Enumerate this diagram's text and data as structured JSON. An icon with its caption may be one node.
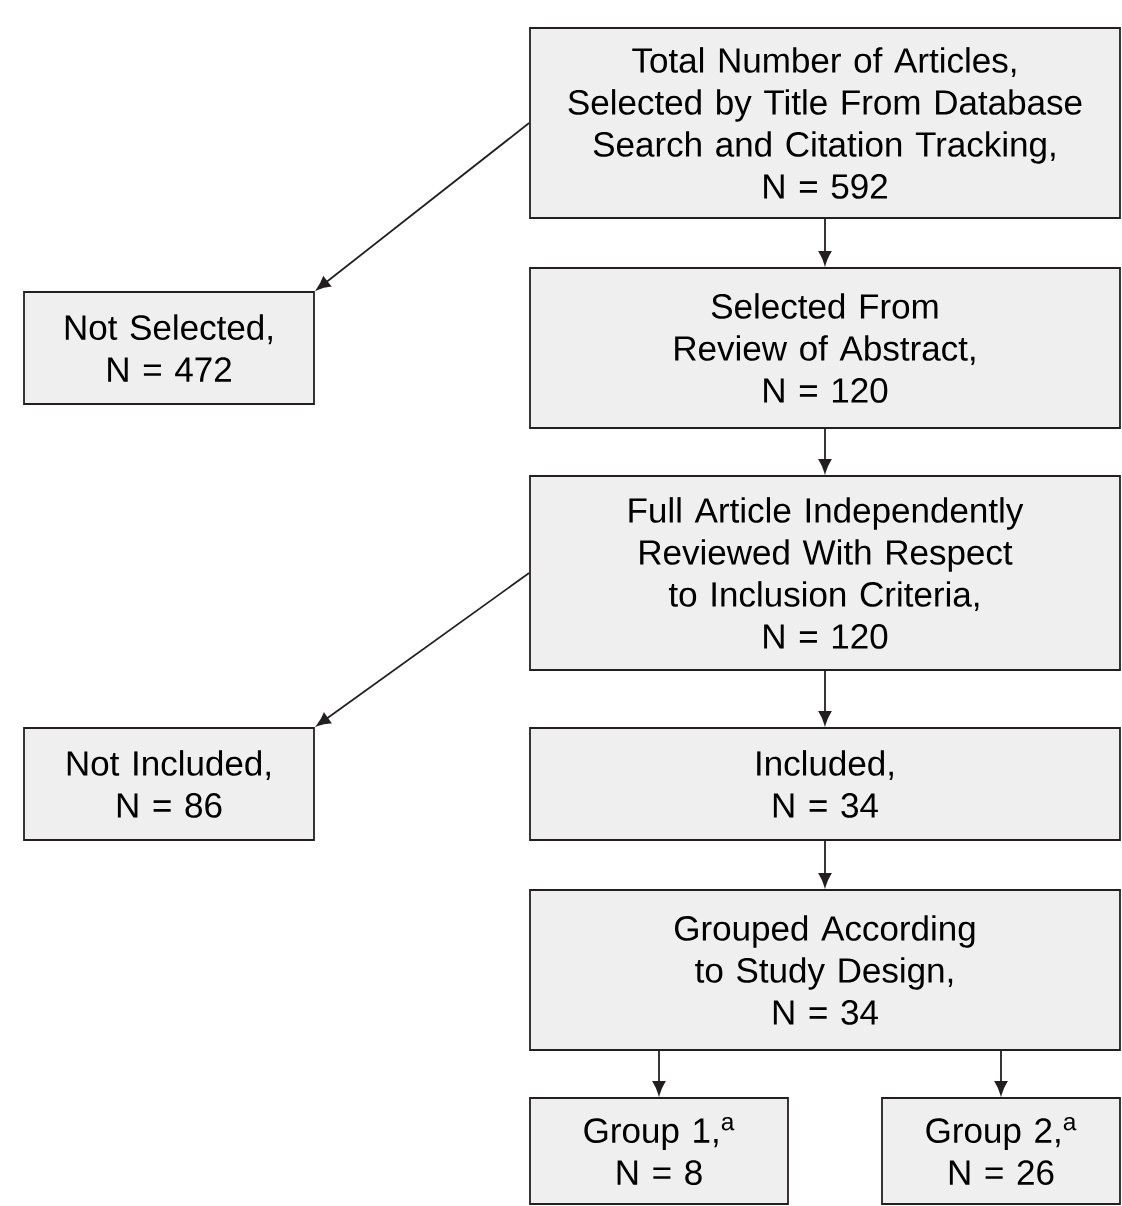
{
  "diagram": {
    "nodes": [
      {
        "text": [
          "Total Number of Articles, Selected by Title From Database Search and Citation Tracking,",
          "N = 592"
        ]
      },
      {
        "text": [
          "Not Selected,",
          "N = 472"
        ]
      },
      {
        "text": [
          "Selected From Review of Abstract,",
          "N = 120"
        ]
      },
      {
        "text": [
          "Full Article Independently Reviewed With Respect to Inclusion Criteria,",
          "N = 120"
        ]
      },
      {
        "text": [
          "Not Included,",
          "N = 86"
        ]
      },
      {
        "text": [
          "Included,",
          "N = 34"
        ]
      },
      {
        "text": [
          "Grouped According to Study Design,",
          "N = 34"
        ]
      },
      {
        "text": [
          "Group 1,$^{a}$",
          "N = 8"
        ]
      },
      {
        "text": [
          "Group 2,$^{a}$",
          "N = 26"
        ]
      }
    ],
    "edges": [
      {
        "from": 0,
        "to": 1,
        "arrow": "to"
      },
      {
        "from": 0,
        "to": 2,
        "arrow": "to"
      },
      {
        "from": 2,
        "to": 3,
        "arrow": "to"
      },
      {
        "from": 3,
        "to": 4,
        "arrow": "to"
      },
      {
        "from": 3,
        "to": 5,
        "arrow": "to"
      },
      {
        "from": 5,
        "to": 6,
        "arrow": "to"
      },
      {
        "from": 6,
        "to": 7,
        "arrow": "to"
      },
      {
        "from": 6,
        "to": 8,
        "arrow": "to"
      }
    ]
  }
}
